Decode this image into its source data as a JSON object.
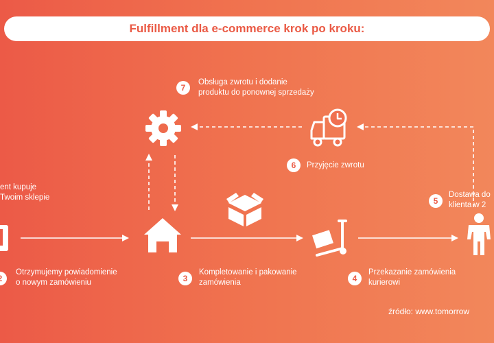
{
  "title": "Fulfillment dla e-commerce krok po kroku:",
  "steps": [
    {
      "num": "2",
      "label": "Otrzymujemy powiadomienie\no nowym zamówieniu"
    },
    {
      "num": "3",
      "label": "Kompletowanie i pakowanie\nzamówienia"
    },
    {
      "num": "4",
      "label": "Przekazanie zamówienia\nkurierowi"
    },
    {
      "num": "5",
      "label": "Dostawa do\nklienta w 2"
    },
    {
      "num": "6",
      "label": "Przyjęcie zwrotu"
    },
    {
      "num": "7",
      "label": "Obsługa zwrotu i dodanie\nproduktu do ponownej sprzedaży"
    }
  ],
  "step1_label": "ent kupuje\nTwoim sklepie",
  "source": "źródło: www.tomorrow",
  "icons": [
    "gear-icon",
    "truck-return-icon",
    "home-icon",
    "box-icon",
    "hand-truck-icon",
    "person-icon",
    "phone-icon"
  ],
  "colors": {
    "accent": "#ea5a45",
    "background_start": "#ec5a47",
    "background_end": "#f2875b"
  }
}
